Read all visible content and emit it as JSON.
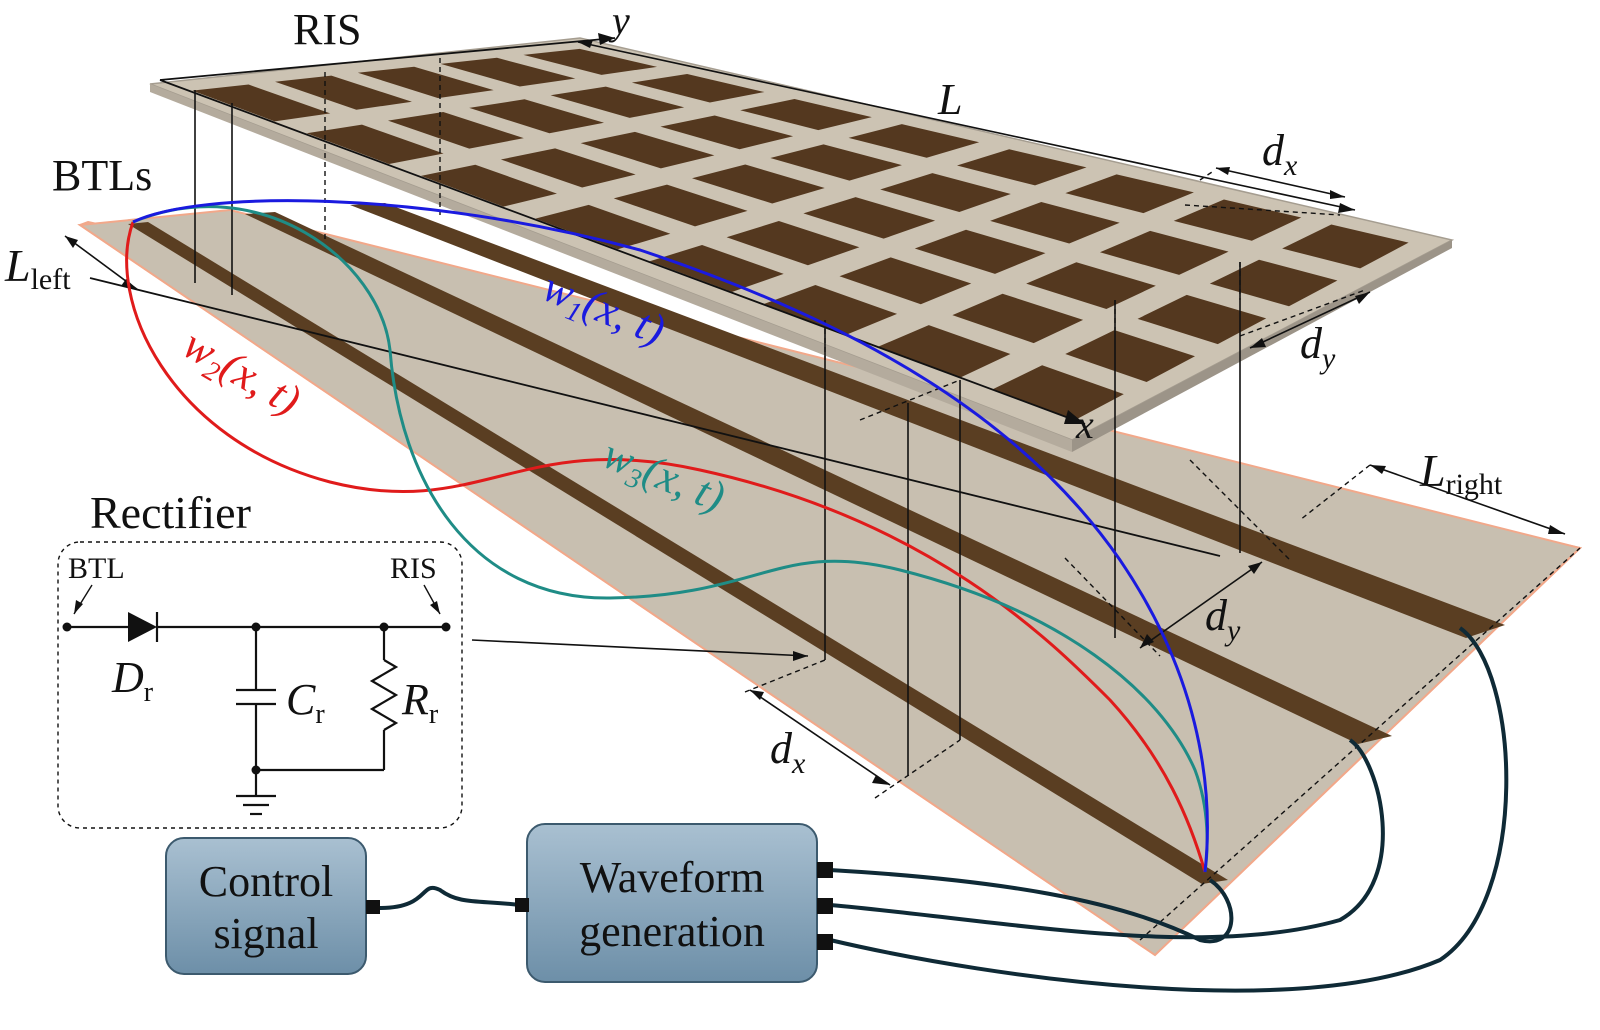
{
  "labels": {
    "ris": "RIS",
    "btls": "BTLs",
    "axis_x": "x",
    "axis_y": "y",
    "length": "L",
    "l_left_main": "L",
    "l_left_sub": "left",
    "l_right_main": "L",
    "l_right_sub": "right",
    "dx": "d",
    "dx_sub": "x",
    "dy": "d",
    "dy_sub": "y"
  },
  "waves": {
    "w1": {
      "main": "w",
      "sub": "1",
      "args": "(x, t)",
      "color": "#1a1adf"
    },
    "w2": {
      "main": "w",
      "sub": "2",
      "args": "(x, t)",
      "color": "#e01b1b"
    },
    "w3": {
      "main": "w",
      "sub": "3",
      "args": "(x, t)",
      "color": "#1f8c86"
    }
  },
  "rectifier": {
    "title": "Rectifier",
    "btl": "BTL",
    "ris": "RIS",
    "diode": "D",
    "diode_sub": "r",
    "cap": "C",
    "cap_sub": "r",
    "res": "R",
    "res_sub": "r"
  },
  "boxes": {
    "control_line1": "Control",
    "control_line2": "signal",
    "waveform_line1": "Waveform",
    "waveform_line2": "generation"
  },
  "colors": {
    "board": "#c8bfb0",
    "strip": "#5a3e22",
    "ris_plate": "#ccc3b3",
    "ris_patch": "#54381f",
    "box_fill": "#86a3b8",
    "cable": "#0f2a36"
  }
}
